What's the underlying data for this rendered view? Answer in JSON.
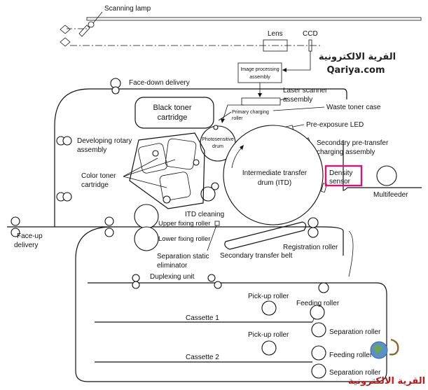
{
  "labels": {
    "scanning_lamp": "Scanning lamp",
    "lens": "Lens",
    "ccd": "CCD",
    "image_processing": [
      "Image processing",
      "assembly"
    ],
    "laser_scanner": [
      "Laser scanner",
      "assembly"
    ],
    "waste_toner": "Waste toner case",
    "primary_charging": [
      "Primary charging",
      "roller"
    ],
    "pre_exposure": "Pre-exposure LED",
    "secondary_pre_transfer": [
      "Secondary pre-transfer",
      "charging assembly"
    ],
    "face_down": "Face-down delivery",
    "black_toner": [
      "Black toner",
      "cartridge"
    ],
    "photosensitive": [
      "Photosensitive",
      "drum"
    ],
    "developing_rotary": [
      "Developing rotary",
      "assembly"
    ],
    "color_toner": [
      "Color toner",
      "cartridge"
    ],
    "itd": [
      "Intermediate transfer",
      "drum (ITD)"
    ],
    "density_sensor": [
      "Density",
      "sensor"
    ],
    "multifeeder": "Multifeeder",
    "itd_cleaning": "ITD cleaning",
    "upper_fixing": "Upper fixing roller",
    "lower_fixing": "Lower fixing roller",
    "face_up": [
      "Face-up",
      "delivery"
    ],
    "separation_static": [
      "Separation static",
      "eliminator"
    ],
    "secondary_transfer_belt": "Secondary transfer belt",
    "registration_roller": "Registration roller",
    "duplexing_unit": "Duplexing unit",
    "pickup_roller_1": "Pick-up roller",
    "feeding_roller_1": "Feeding roller",
    "cassette_1": "Cassette 1",
    "separation_roller_1": "Separation roller",
    "pickup_roller_2": "Pick-up roller",
    "feeding_roller_2": "Feeding roller",
    "cassette_2": "Cassette 2",
    "separation_roller_2": "Separation roller"
  },
  "watermark": {
    "top_arabic": "القرية الالكترونية",
    "top_latin": "Qariya.com",
    "bottom_arabic": "القرية الالكترونية"
  },
  "colors": {
    "highlight": "#d4147a",
    "watermark_red": "#c01818"
  }
}
